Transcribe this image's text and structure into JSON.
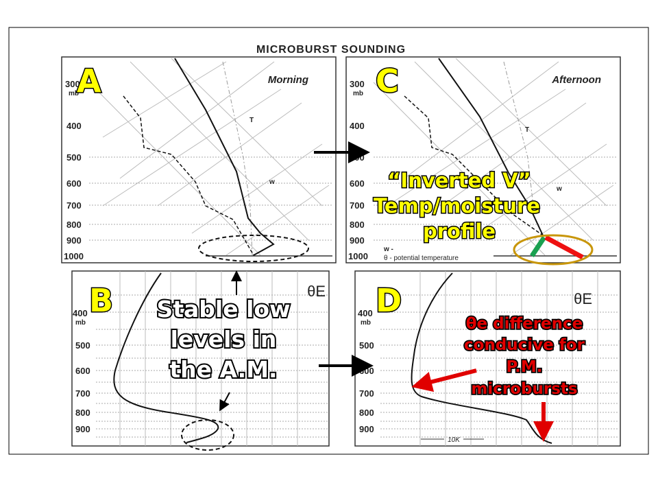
{
  "title": "MICROBURST SOUNDING",
  "panels": {
    "A": {
      "letter": "A",
      "label": "Morning",
      "pressure_unit": "mb",
      "pressures": [
        "300",
        "400",
        "500",
        "600",
        "700",
        "800",
        "900",
        "1000"
      ],
      "curve_label_T": "T",
      "curve_label_w": "w"
    },
    "C": {
      "letter": "C",
      "label": "Afternoon",
      "pressure_unit": "mb",
      "pressures": [
        "300",
        "400",
        "500",
        "600",
        "700",
        "800",
        "900",
        "1000"
      ],
      "curve_label_T": "T",
      "curve_label_w": "w",
      "legend_w": "w -",
      "legend_theta": "θ - potential temperature"
    },
    "B": {
      "letter": "B",
      "label": "θE",
      "pressure_unit": "mb",
      "pressures": [
        "400",
        "500",
        "600",
        "700",
        "800",
        "900"
      ]
    },
    "D": {
      "letter": "D",
      "label": "θE",
      "pressure_unit": "mb",
      "pressures": [
        "400",
        "500",
        "600",
        "700",
        "800",
        "900"
      ],
      "scale_label": "10K"
    }
  },
  "annotations": {
    "stable": [
      "Stable low",
      "levels in",
      "the A.M."
    ],
    "inverted_v": [
      "“Inverted V”",
      "Temp/moisture",
      "profile"
    ],
    "theta_diff": [
      "θe difference",
      "conducive for",
      "P.M.",
      "microbursts"
    ]
  },
  "colors": {
    "letters": "#ffff00",
    "red_annotation": "#e00000",
    "green_segment": "#1aa050",
    "red_segment": "#ee1111",
    "ellipse": "#c8960a"
  }
}
